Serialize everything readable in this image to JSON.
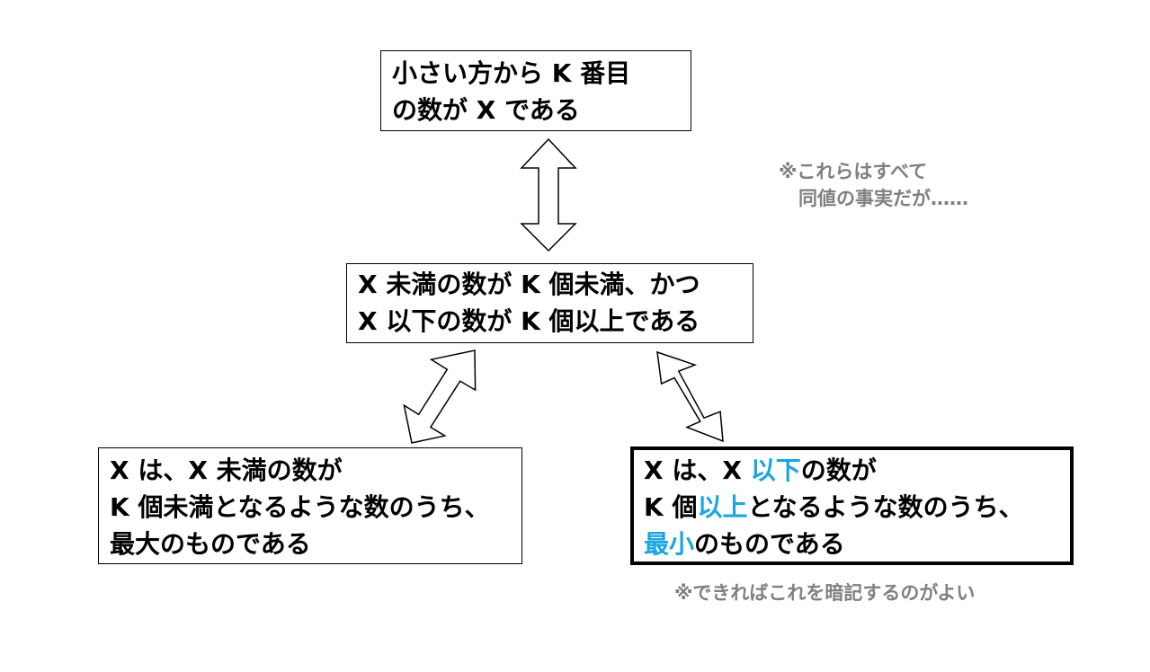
{
  "boxes": {
    "top": {
      "line1": "小さい方から K 番目",
      "line2": "の数が X である"
    },
    "middle": {
      "line1": "X 未満の数が K 個未満、かつ",
      "line2": "X 以下の数が K 個以上である"
    },
    "left": {
      "line1": "X は、X 未満の数が",
      "line2": "K 個未満となるような数のうち、",
      "line3": "最大のものである"
    },
    "right": {
      "line1_a": "X は、X ",
      "line1_hl": "以下",
      "line1_b": "の数が",
      "line2_a": "K 個",
      "line2_hl": "以上",
      "line2_b": "となるような数のうち、",
      "line3_hl": "最小",
      "line3_b": "のものである"
    }
  },
  "notes": {
    "equivalence_line1": "※これらはすべて",
    "equivalence_line2": "同値の事実だが……",
    "memorize": "※できればこれを暗記するのがよい"
  },
  "colors": {
    "highlight": "#1aa6e0",
    "note": "#808080",
    "border": "#000000"
  },
  "icons": {
    "arrow_top": "double-arrow-vertical-icon",
    "arrow_left": "double-arrow-diagonal-icon",
    "arrow_right": "double-arrow-diagonal-icon"
  }
}
